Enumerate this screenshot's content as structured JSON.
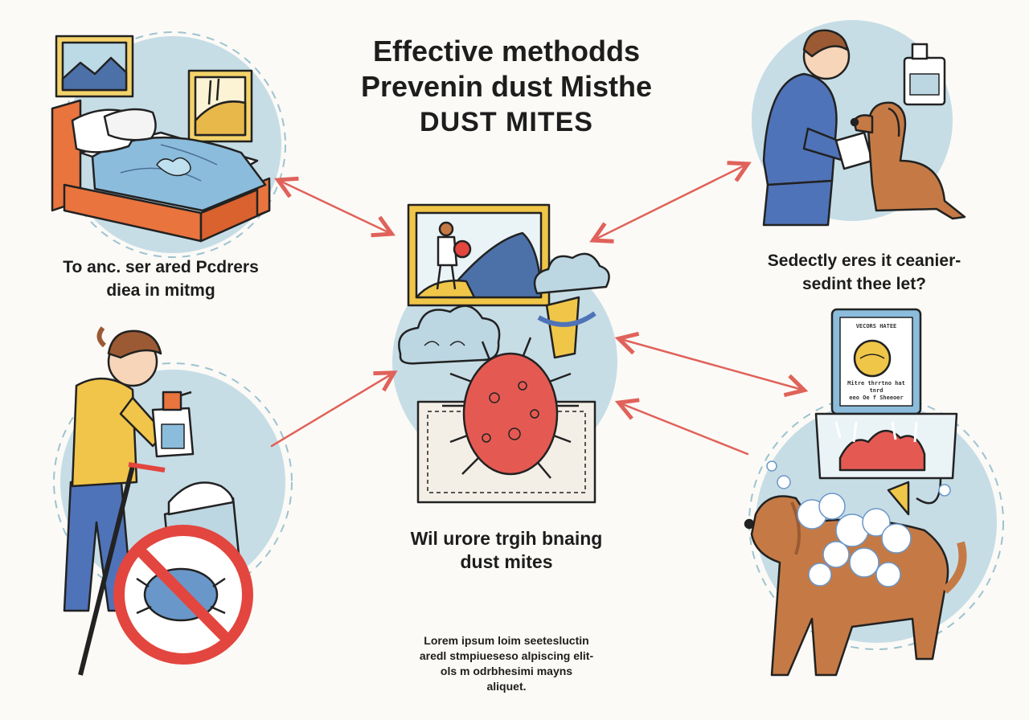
{
  "title": {
    "line1": "Effective methodds",
    "line2": "Prevenin dust Misthe",
    "line3": "DUST MITES"
  },
  "captions": {
    "top_left": [
      "To anc. ser ared Pcdrers",
      "diea in mitmg"
    ],
    "top_right": [
      "Sedectly eres it ceanier-",
      "sedint thee let?"
    ],
    "center": [
      "Wil urore trgih bnaing",
      "dust mites"
    ]
  },
  "footnote": [
    "Lorem ipsum loim seetesluctin",
    "aredl stmpiueseso alpiscing elit-",
    "ols m odrbhesimi mayns",
    "aliquet."
  ],
  "product_label": {
    "heading": "VECORS HATEE",
    "body_line1": "Mitre thrrtno hat tnrd",
    "body_line2": "eeo Oe f Sheeoer"
  },
  "colors": {
    "circle_bg": "#c6dde6",
    "arrow": "#e0625a",
    "mite": "#e45a52",
    "prohibit": "#e2463f",
    "dog": "#c57a45",
    "shirt_yellow": "#f0c54a",
    "shirt_blue": "#4f73b8",
    "bed_frame": "#e9743e",
    "frame_gold": "#f0c649"
  },
  "icons": [
    "bed-scene-icon",
    "vacuum-spray-scene-icon",
    "pet-brushing-scene-icon",
    "laundry-dog-bath-scene-icon",
    "dust-mite-icon",
    "prohibit-icon"
  ]
}
